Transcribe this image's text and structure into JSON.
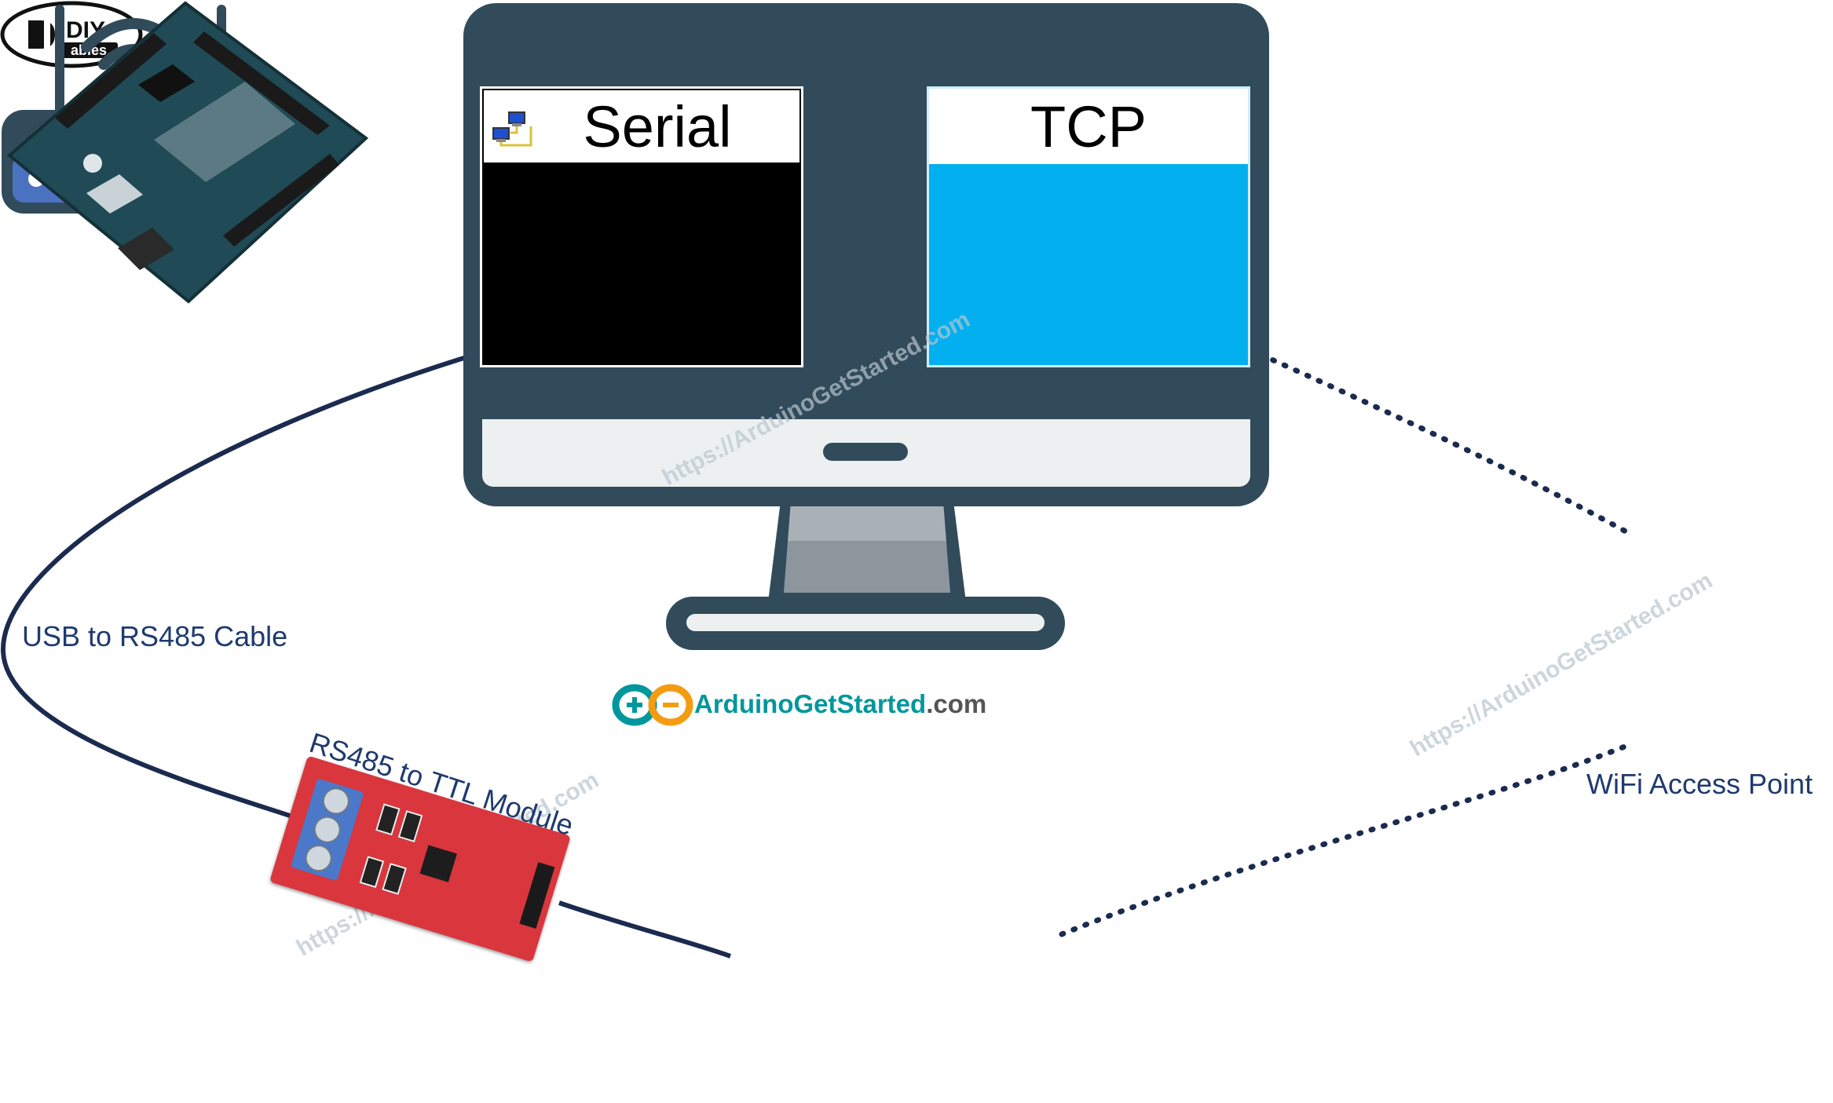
{
  "monitor": {
    "serial_window": {
      "title": "Serial",
      "body_color": "#000000",
      "icon": "serial-port-icon"
    },
    "tcp_window": {
      "title": "TCP",
      "body_color": "#03b0ef"
    }
  },
  "labels": {
    "cable": "USB to RS485 Cable",
    "module": "RS485 to TTL Module",
    "access_point": "WiFi Access Point"
  },
  "logos": {
    "arduino_name": "ArduinoGetStarted",
    "arduino_suffix": ".com",
    "diy_top": "DIY",
    "diy_bottom": "ables"
  },
  "watermark": "https://ArduinoGetStarted.com",
  "colors": {
    "monitor": "#314b5b",
    "cable": "#1b2b4f",
    "label": "#1f3a6e",
    "router": "#4b72c0",
    "module": "#d9363e",
    "arduino_brand": "#00979c"
  },
  "icons": [
    "serial-port-icon",
    "wifi-router-icon",
    "arduino-infinity-icon",
    "diyables-logo-icon"
  ]
}
